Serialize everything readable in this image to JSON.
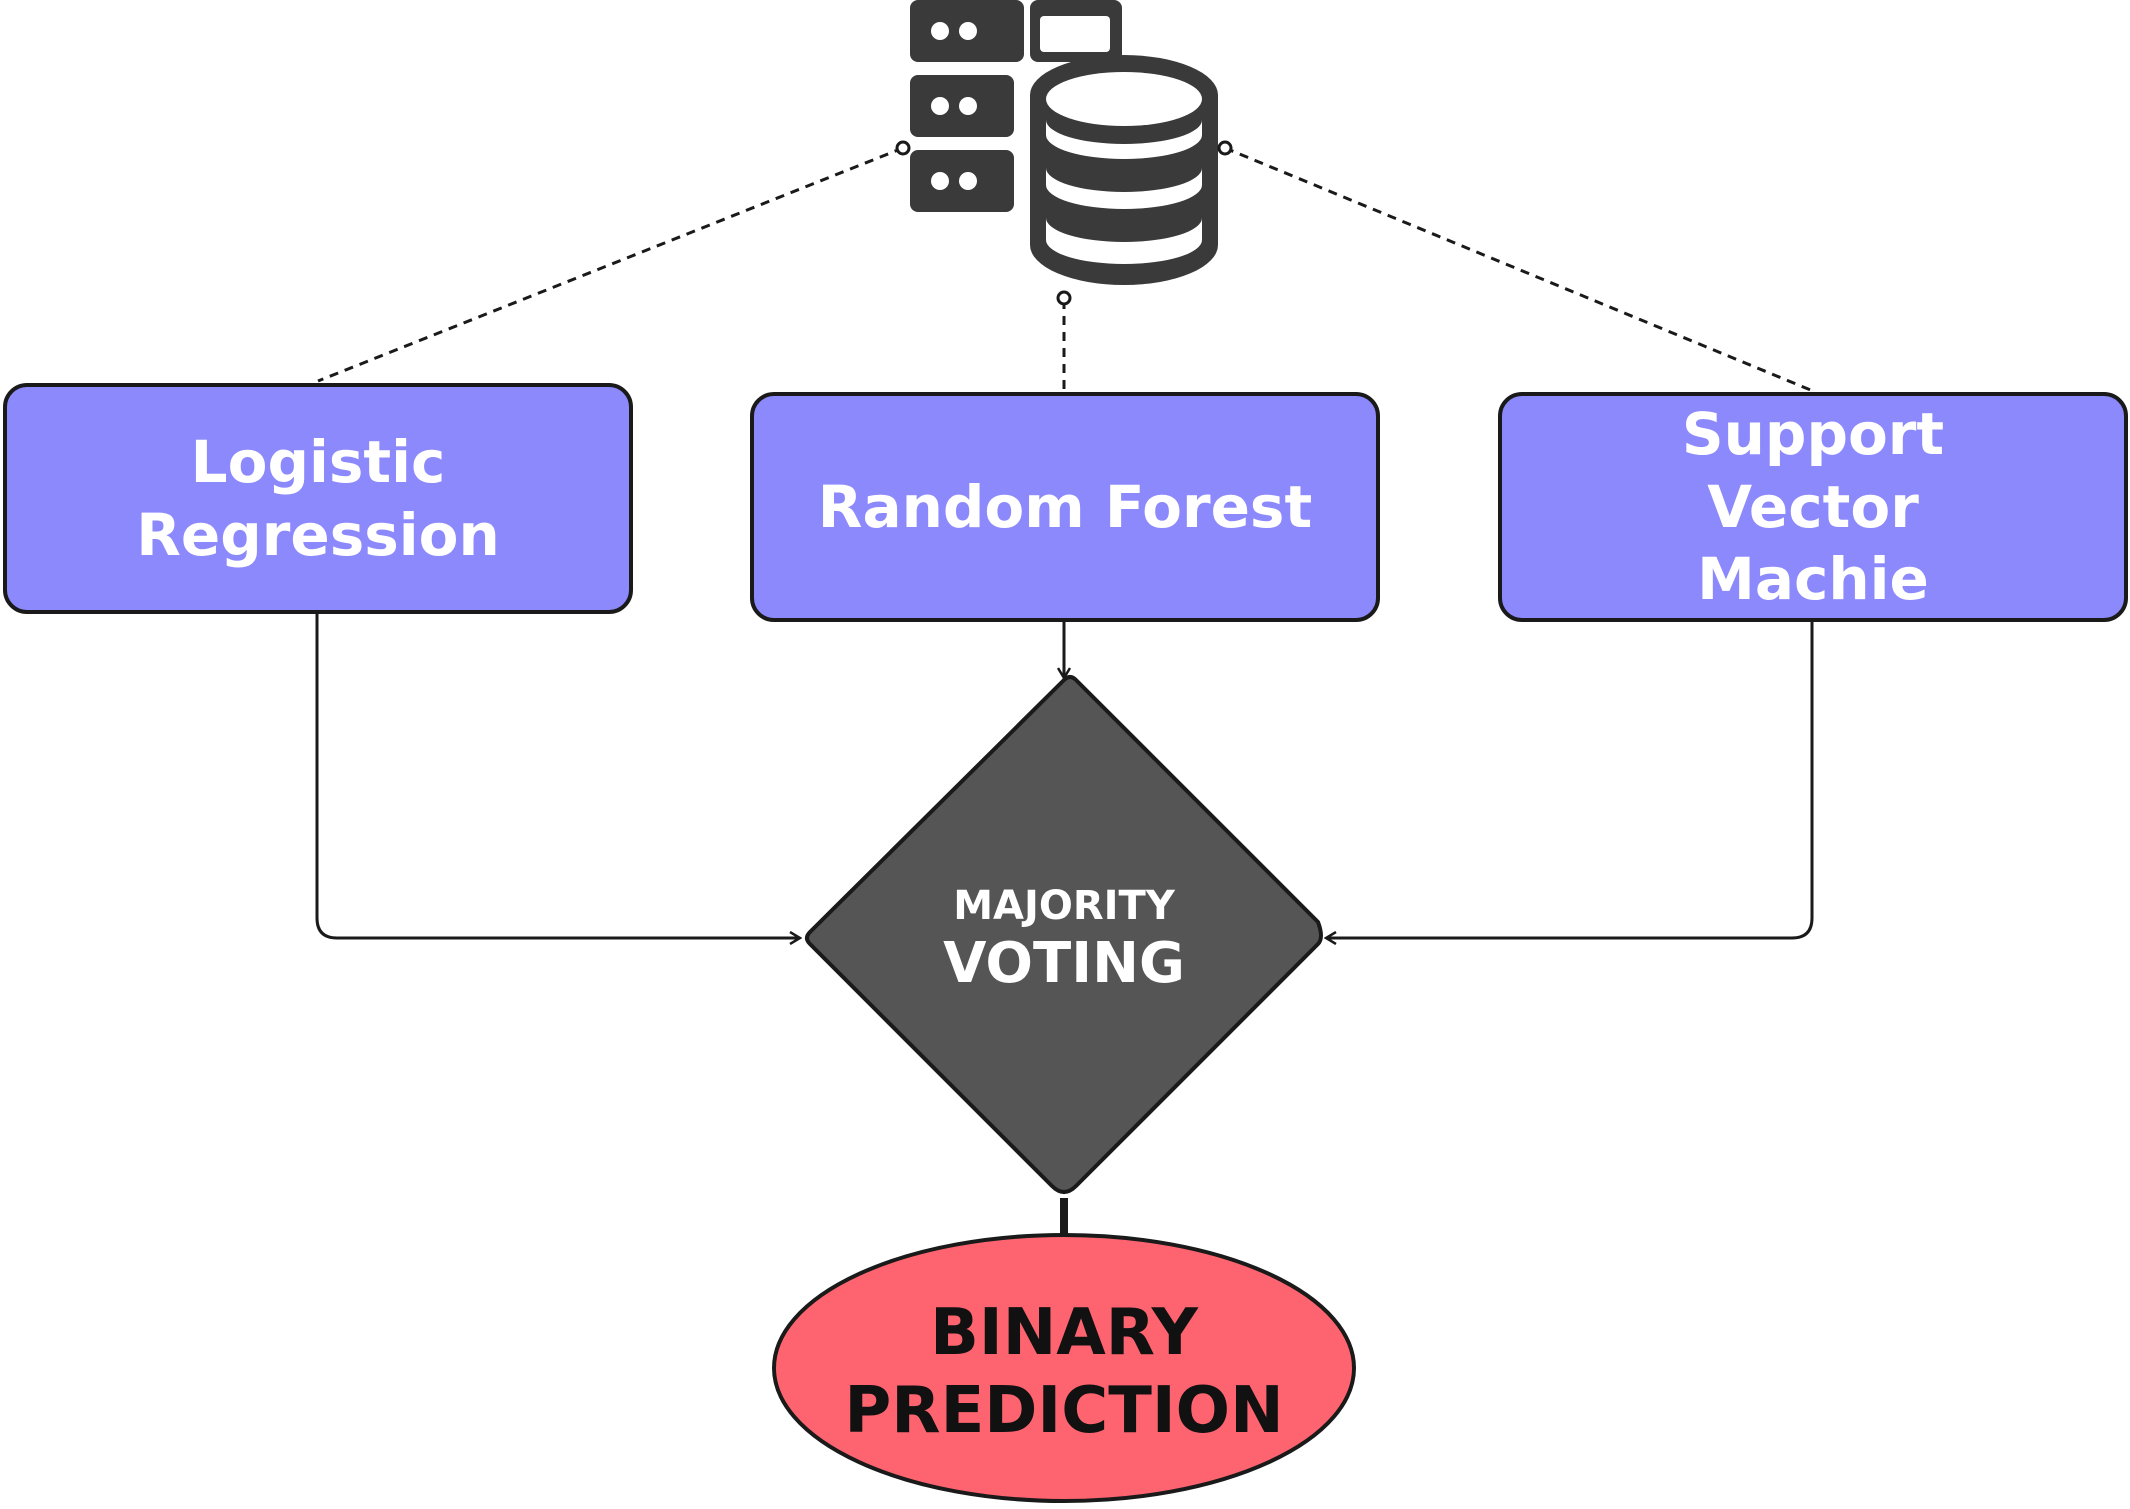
{
  "models": [
    {
      "label": "Logistic Regression"
    },
    {
      "label": "Random Forest"
    },
    {
      "label": "Support Vector Machie"
    }
  ],
  "voting": {
    "line1": "MAJORITY",
    "line2": "VOTING"
  },
  "output": {
    "line1": "BINARY",
    "line2": "PREDICTION"
  },
  "colors": {
    "model_fill": "#8c89fd",
    "decision_fill": "#555555",
    "output_fill": "#fe646f",
    "stroke": "#1a1a1a",
    "icon": "#3a3a3a"
  },
  "icons": {
    "data_source": "server-database-icon"
  }
}
